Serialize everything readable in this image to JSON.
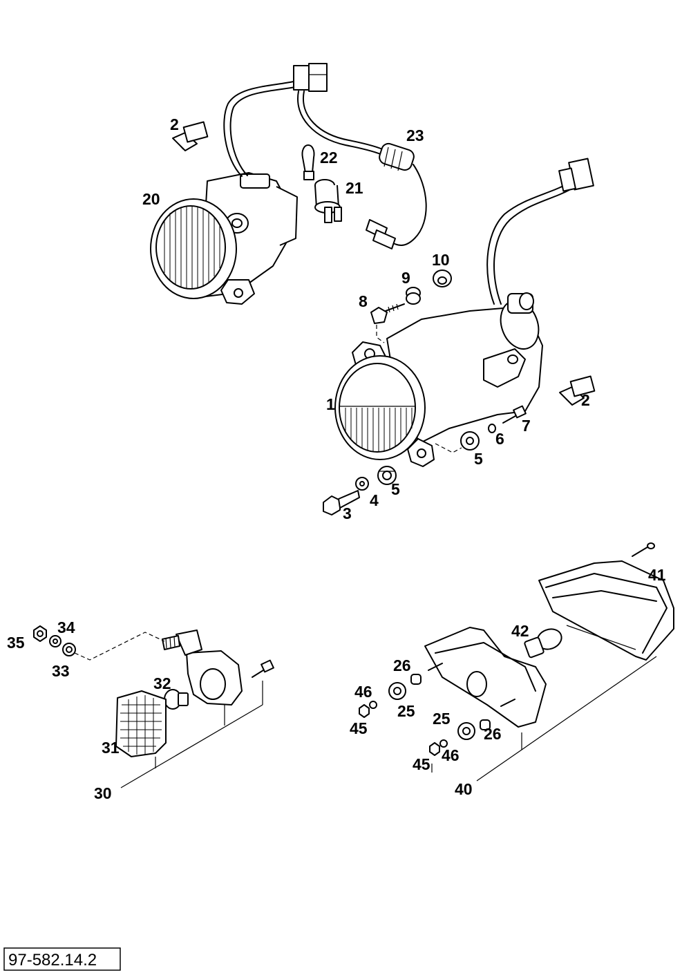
{
  "diagram": {
    "reference_code": "97-582.14.2",
    "part_labels": {
      "p1": "1",
      "p2a": "2",
      "p2b": "2",
      "p3": "3",
      "p4": "4",
      "p5a": "5",
      "p5b": "5",
      "p6": "6",
      "p7": "7",
      "p8": "8",
      "p9": "9",
      "p10": "10",
      "p20": "20",
      "p21": "21",
      "p22": "22",
      "p23": "23",
      "p25a": "25",
      "p25b": "25",
      "p26a": "26",
      "p26b": "26",
      "p30": "30",
      "p31": "31",
      "p32": "32",
      "p33": "33",
      "p34": "34",
      "p35": "35",
      "p40": "40",
      "p41": "41",
      "p42": "42",
      "p45a": "45",
      "p45b": "45",
      "p46a": "46",
      "p46b": "46"
    }
  }
}
